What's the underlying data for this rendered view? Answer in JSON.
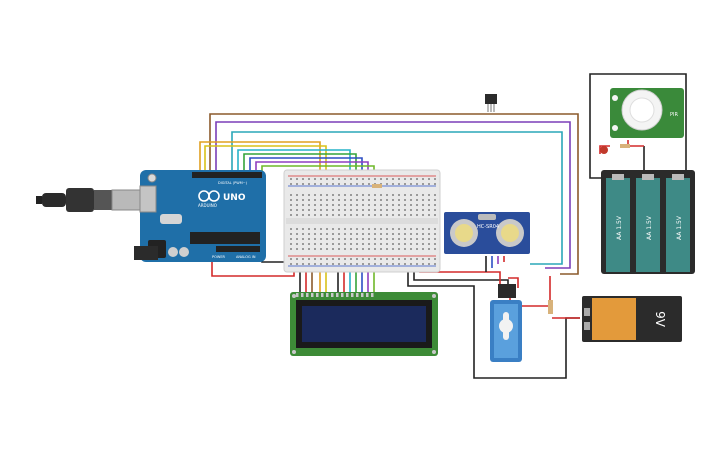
{
  "arduino": {
    "brand": "ARDUINO",
    "model": "UNO",
    "header_digital": "DIGITAL (PWM~)",
    "header_power": "POWER",
    "header_analog": "ANALOG IN"
  },
  "ultrasonic": {
    "label": "HC-SR04"
  },
  "pir": {
    "label": "PIR"
  },
  "batteries": {
    "cells": [
      "AA 1.5V",
      "AA 1.5V",
      "AA 1.5V"
    ]
  },
  "battery_9v": {
    "label": "9V"
  },
  "colors": {
    "board_blue": "#1f6fa8",
    "breadboard": "#e9e9e9",
    "lcd_green": "#3d8b37",
    "lcd_screen": "#1b2a5c",
    "servo_blue": "#3a7fc4",
    "battery_teal": "#3e8a86",
    "pir_green": "#3a8a3a"
  }
}
